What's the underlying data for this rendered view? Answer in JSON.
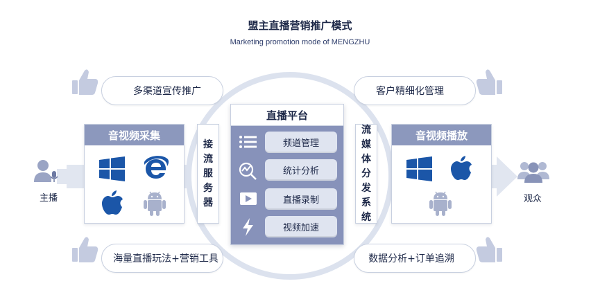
{
  "title": "盟主直播营销推广模式",
  "subtitle": "Marketing promotion mode of MENGZHU",
  "pills": {
    "top_left": "多渠道宣传推广",
    "top_right": "客户精细化管理",
    "bottom_left": "海量直播玩法+营销工具",
    "bottom_right": "数据分析+订单追溯"
  },
  "left_panel": {
    "title": "音视频采集",
    "icons": [
      "windows-icon",
      "ie-icon",
      "apple-icon",
      "android-icon"
    ]
  },
  "right_panel": {
    "title": "音视频播放",
    "icons": [
      "windows-icon",
      "apple-icon",
      "android-icon"
    ]
  },
  "ingest_server": {
    "lines": [
      "接",
      "流",
      "服",
      "务",
      "器"
    ]
  },
  "streaming_system": {
    "lines": [
      "流",
      "媒",
      "体",
      "分",
      "发",
      "系",
      "统"
    ]
  },
  "platform": {
    "title": "直播平台",
    "items": [
      {
        "label": "频道管理",
        "icon": "list-icon"
      },
      {
        "label": "统计分析",
        "icon": "chart-search-icon"
      },
      {
        "label": "直播录制",
        "icon": "video-icon"
      },
      {
        "label": "视频加速",
        "icon": "lightning-icon"
      }
    ]
  },
  "host": {
    "label": "主播",
    "icon": "presenter-icon"
  },
  "audience": {
    "label": "观众",
    "icon": "users-icon"
  },
  "colors": {
    "panel_header": "#8c98bd",
    "platform_body": "#8792ba",
    "icon_blue": "#1b56a8",
    "arrow": "#e1e6f0"
  }
}
